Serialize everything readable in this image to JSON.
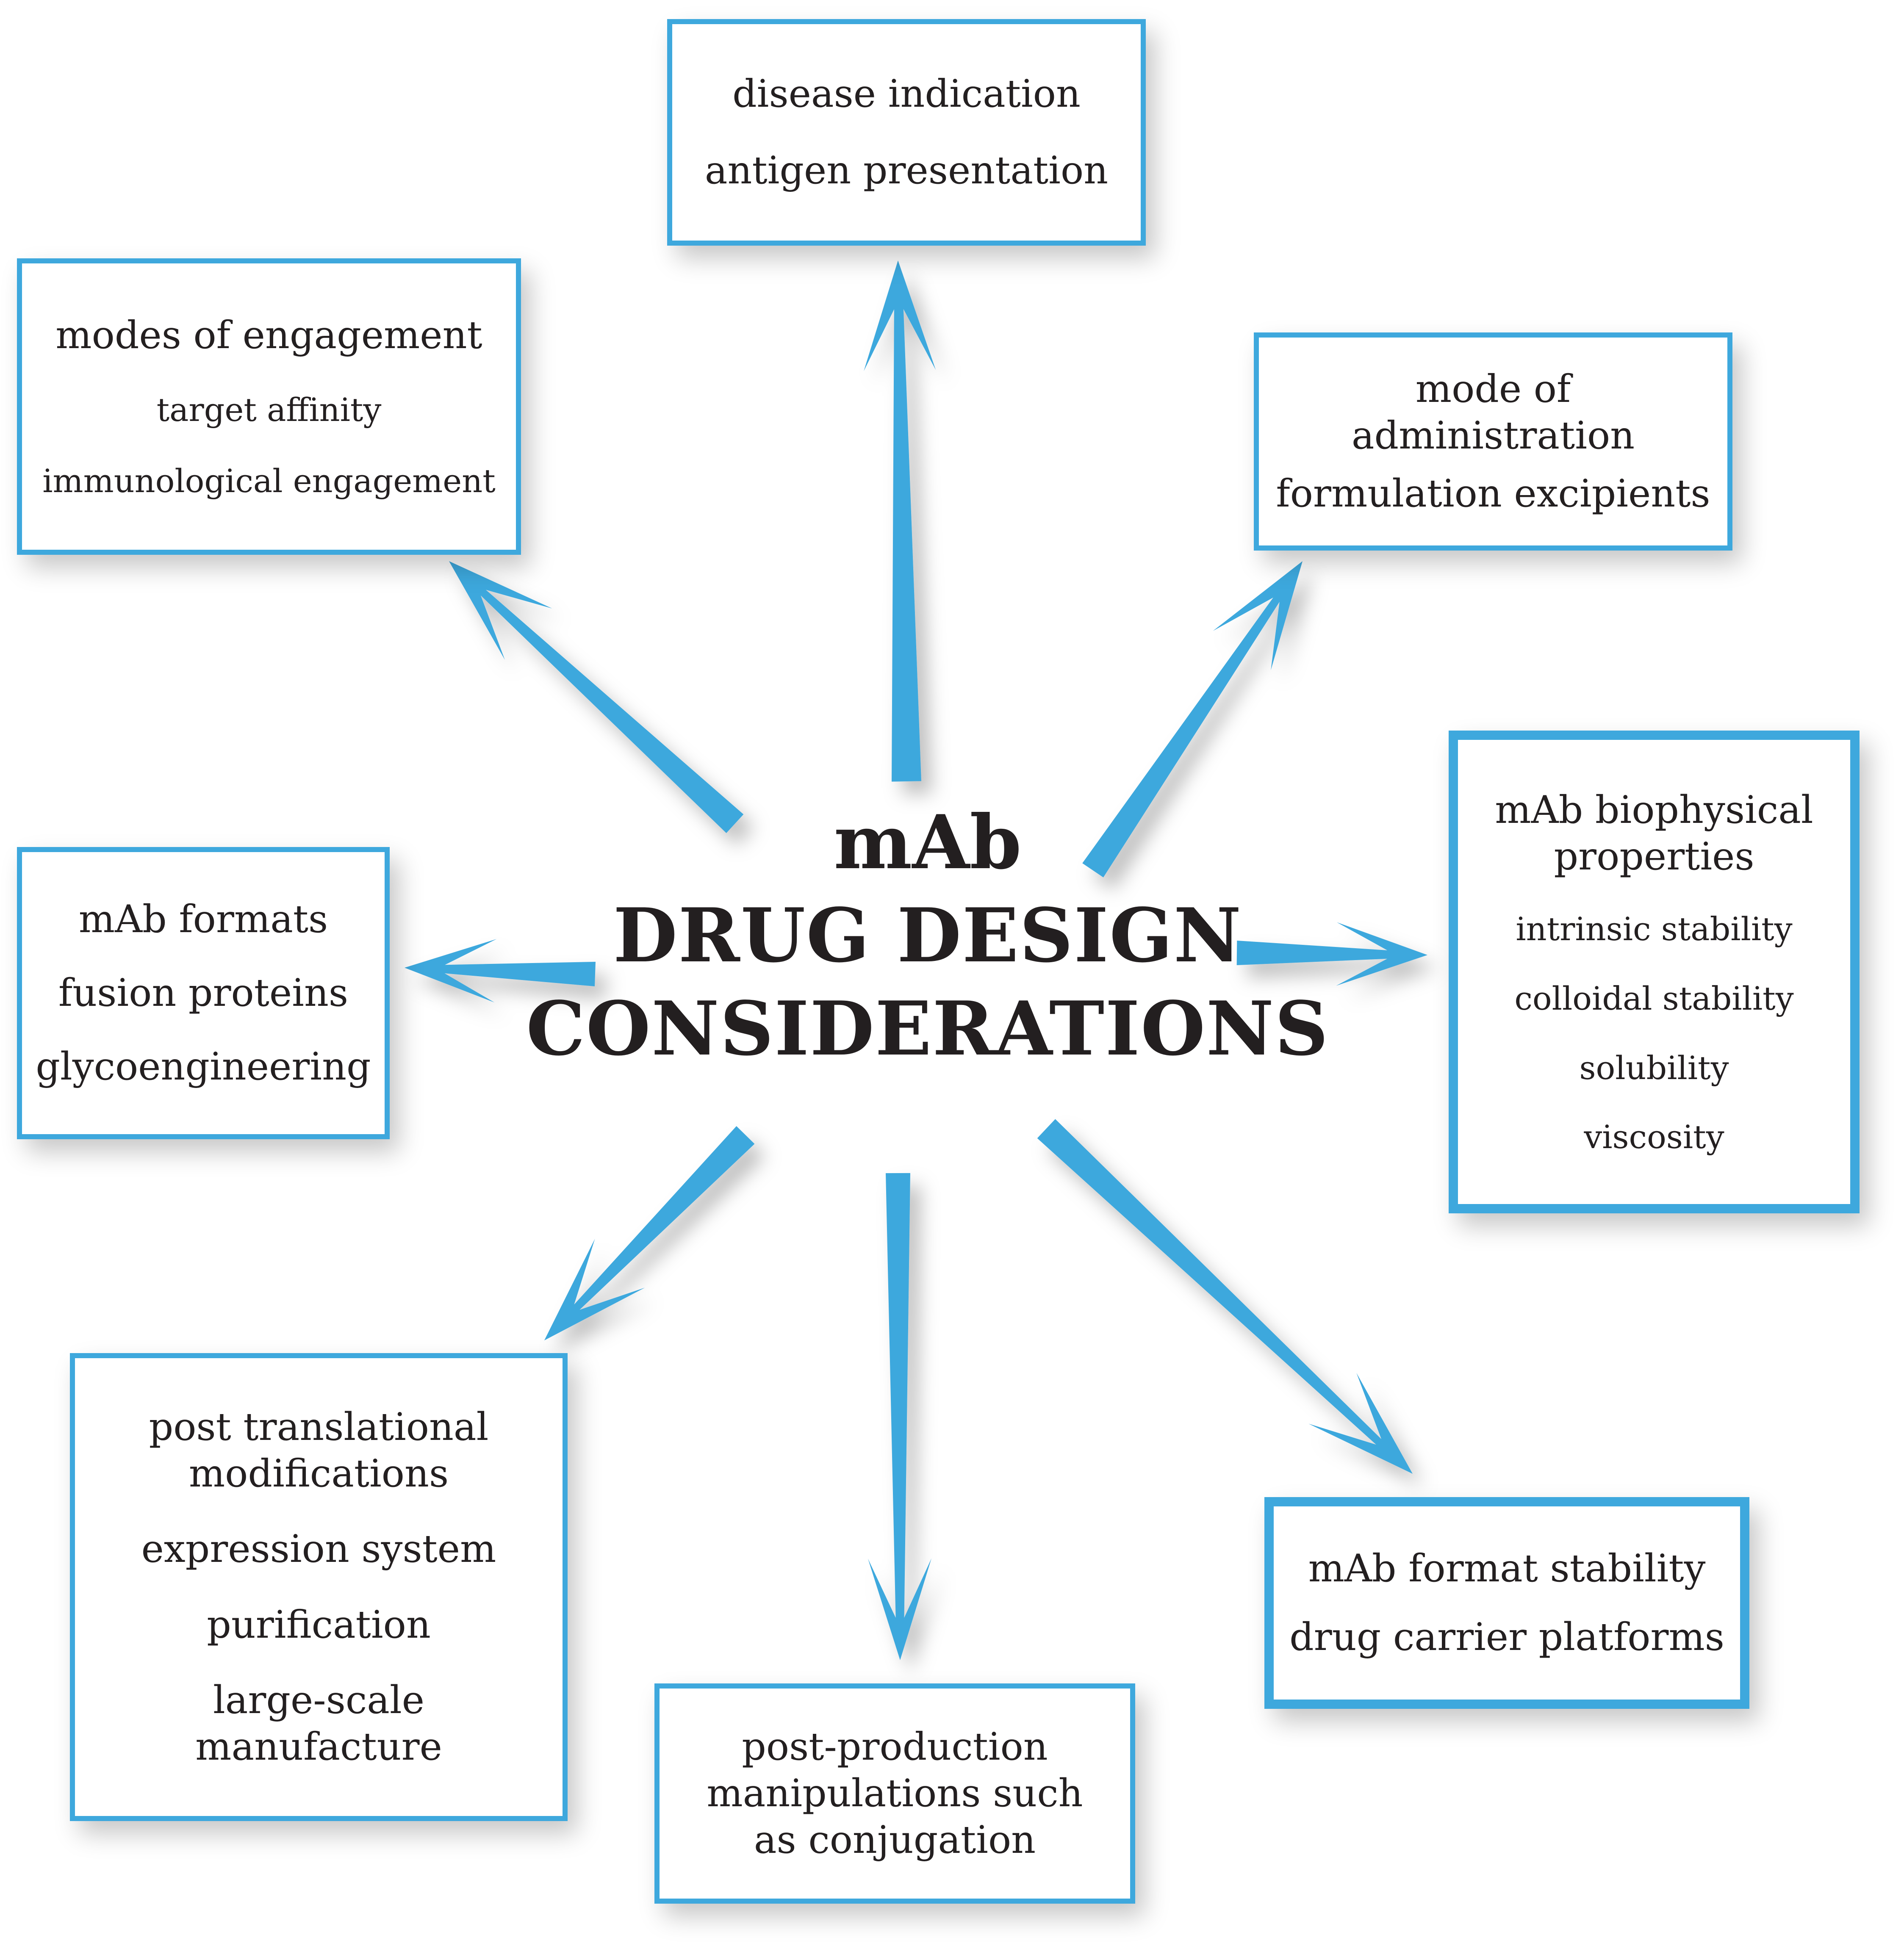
{
  "center": {
    "line1": "mAb",
    "line2": "DRUG DESIGN",
    "line3": "CONSIDERATIONS"
  },
  "boxes": {
    "top": {
      "items": [
        "disease indication",
        "antigen presentation"
      ]
    },
    "top_left": {
      "title": "modes of engagement",
      "items": [
        "target affinity",
        "immunological engagement"
      ]
    },
    "top_right": {
      "items": [
        "mode of administration",
        "formulation excipients"
      ]
    },
    "right": {
      "title": "mAb biophysical properties",
      "items": [
        "intrinsic stability",
        "colloidal stability",
        "solubility",
        "viscosity"
      ]
    },
    "left": {
      "items": [
        "mAb formats",
        "fusion proteins",
        "glycoengineering"
      ]
    },
    "bottom_left": {
      "title": "post translational modifications",
      "items": [
        "expression system",
        "purification",
        "large-scale manufacture"
      ]
    },
    "bottom": {
      "title": "post-production manipulations such as conjugation"
    },
    "bottom_right": {
      "items": [
        "mAb format stability",
        "drug carrier platforms"
      ]
    }
  },
  "colors": {
    "accent": "#3ea8dd",
    "text": "#231f20"
  }
}
